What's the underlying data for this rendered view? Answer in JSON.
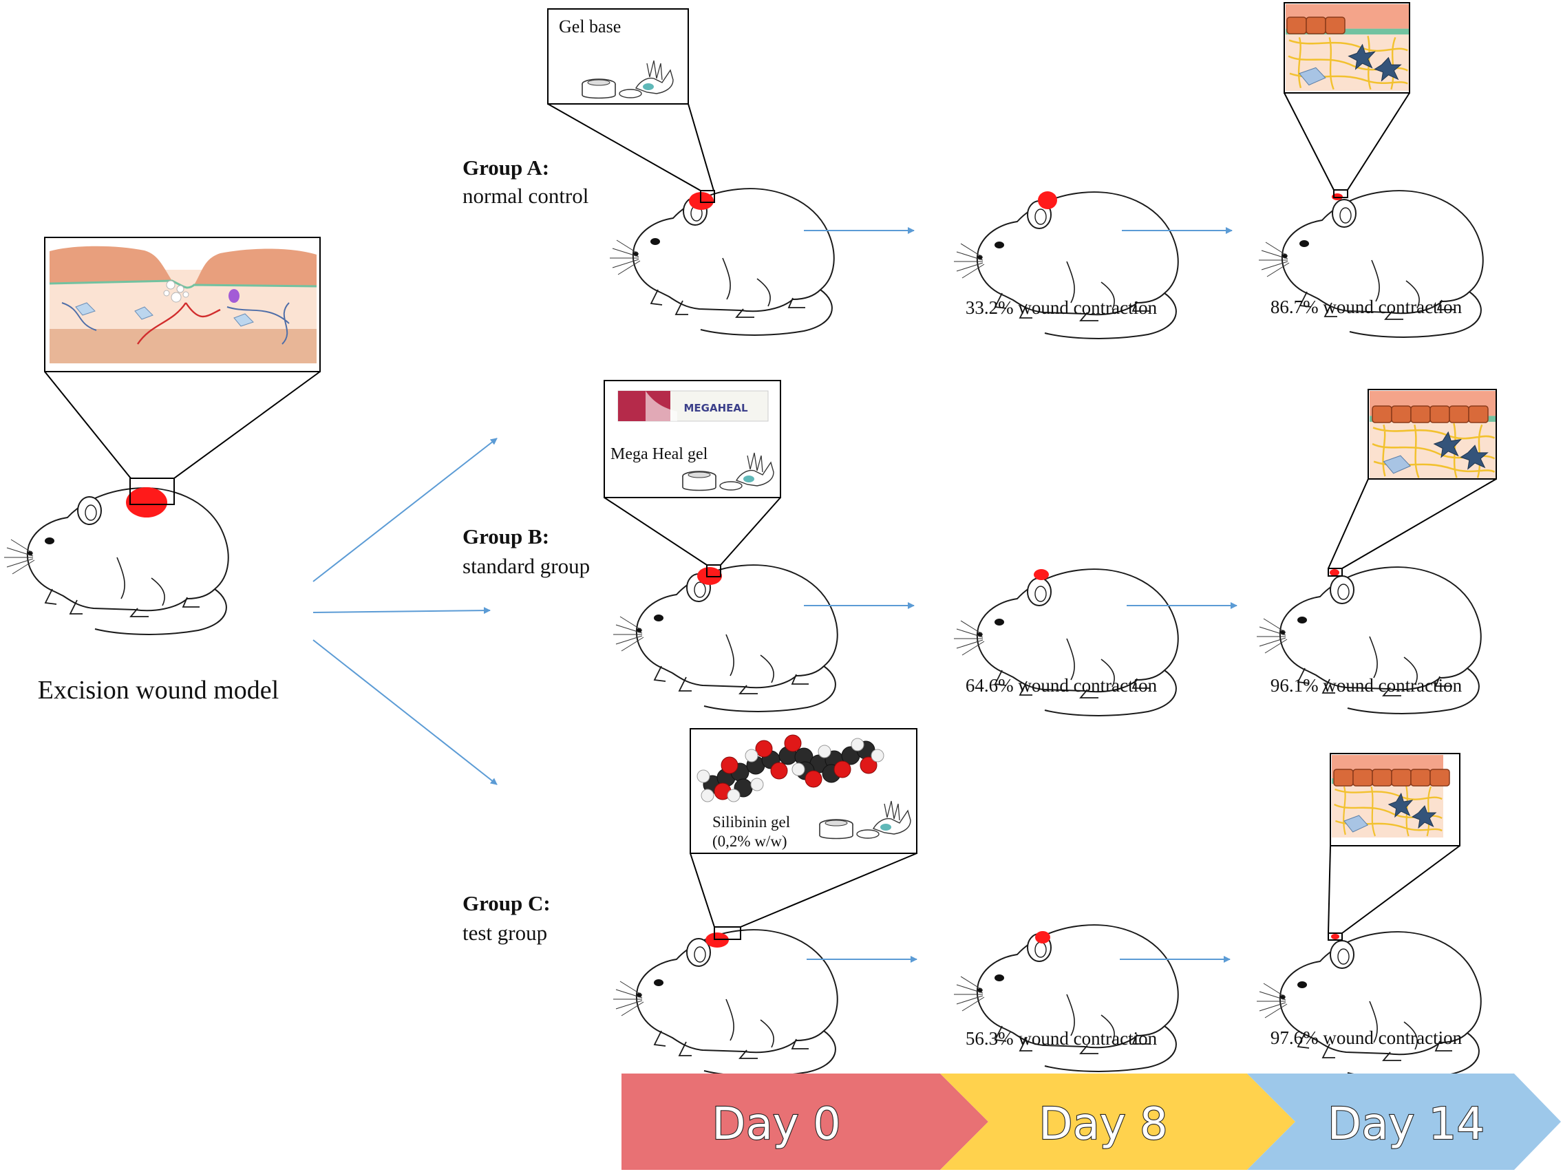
{
  "model": {
    "label": "Excision wound model"
  },
  "groups": [
    {
      "id": "a",
      "title": "Group A:",
      "subtitle": "normal control",
      "treatment": {
        "label": "Gel base"
      },
      "day8_contraction": "33.2% wound contraction",
      "day14_contraction": "86.7% wound contraction"
    },
    {
      "id": "b",
      "title": "Group B:",
      "subtitle": "standard group",
      "treatment": {
        "label": "Mega Heal gel",
        "brand": "MEGAHEAL"
      },
      "day8_contraction": "64.6% wound contraction",
      "day14_contraction": "96.1% wound contraction"
    },
    {
      "id": "c",
      "title": "Group C:",
      "subtitle": "test group",
      "treatment": {
        "label": "Silibinin gel",
        "concentration": "(0,2% w/w)"
      },
      "day8_contraction": "56.3% wound contraction",
      "day14_contraction": "97.6% wound contraction"
    }
  ],
  "timeline": [
    {
      "label": "Day 0",
      "color": "#e87174"
    },
    {
      "label": "Day 8",
      "color": "#ffd24d"
    },
    {
      "label": "Day 14",
      "color": "#9dc8ea"
    }
  ],
  "colors": {
    "wound": "#ff1a1a",
    "arrow": "#5b9bd5",
    "epidermis": "#f4a48a",
    "granulation": "#72c2a0",
    "collagen": "#f2c12e",
    "fibroblast": "#34547a"
  }
}
